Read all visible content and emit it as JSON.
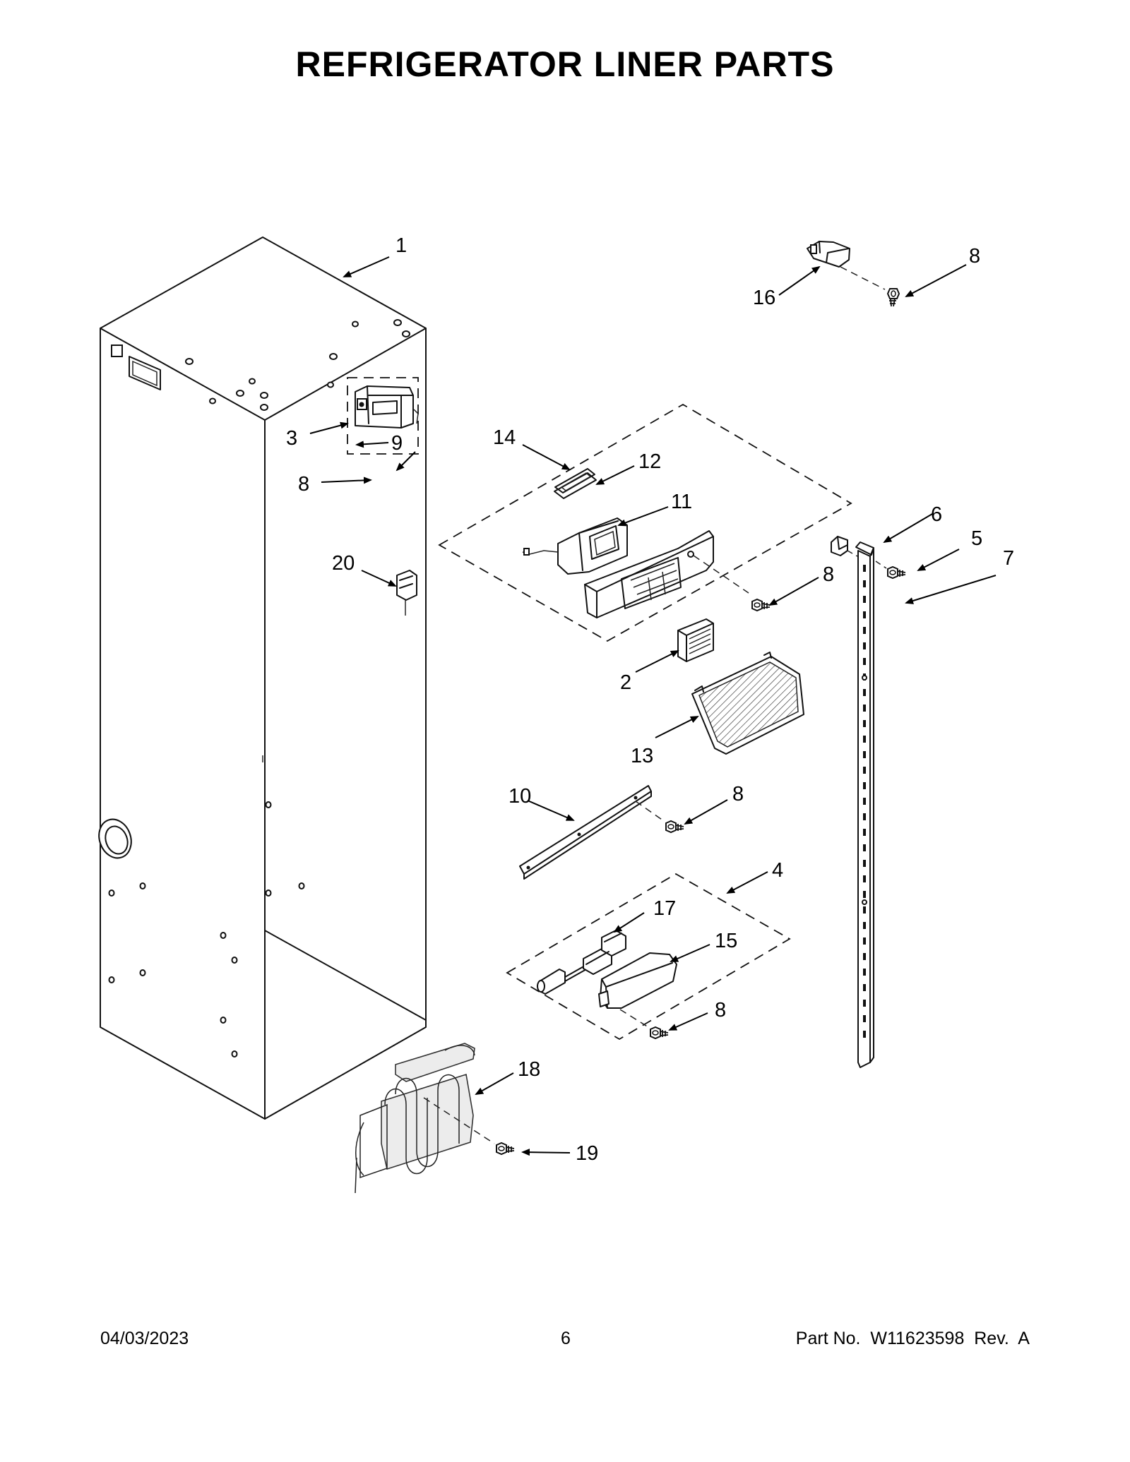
{
  "title": "REFRIGERATOR LINER PARTS",
  "footer": {
    "date": "04/03/2023",
    "page": "6",
    "part_no": "Part No.  W11623598  Rev.  A"
  },
  "callouts": {
    "c1": "1",
    "c2": "2",
    "c3": "3",
    "c4": "4",
    "c5": "5",
    "c6": "6",
    "c7": "7",
    "c8": "8",
    "c9": "9",
    "c10": "10",
    "c11": "11",
    "c12": "12",
    "c13": "13",
    "c14": "14",
    "c15": "15",
    "c16": "16",
    "c17": "17",
    "c18": "18",
    "c19": "19",
    "c20": "20"
  },
  "colors": {
    "ink": "#000000",
    "background": "#ffffff"
  }
}
